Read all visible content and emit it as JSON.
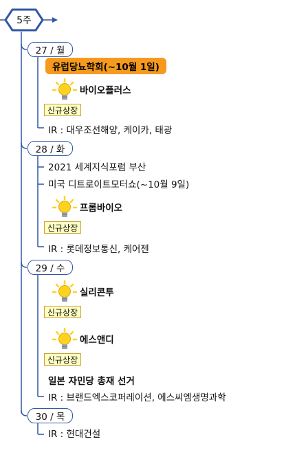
{
  "week": {
    "label": "5주"
  },
  "days": [
    {
      "label": "27 / 월",
      "event": "유럽당뇨학회(~10월  1일)",
      "listing": {
        "company": "바이오플러스",
        "badge": "신규상장"
      },
      "ir": "IR  :  대우조선해양,  케이카,  태광"
    },
    {
      "label": "28 / 화",
      "events": [
        "2021  세계지식포럼  부산",
        "미국  디트로이트모터쇼(~10월  9일)"
      ],
      "listing": {
        "company": "프롬바이오",
        "badge": "신규상장"
      },
      "ir": "IR  :  롯데정보통신,  케어젠"
    },
    {
      "label": "29 / 수",
      "listings": [
        {
          "company": "실리콘투",
          "badge": "신규상장"
        },
        {
          "company": "에스앤디",
          "badge": "신규상장"
        }
      ],
      "event": "일본  자민당  총재  선거",
      "ir": "IR  :  브랜드엑스코퍼레이션,  에스씨엠생명과학"
    },
    {
      "label": "30 / 목",
      "ir": "IR  :  현대건설"
    }
  ],
  "colors": {
    "line": "#3156a3",
    "highlight": "#f59a1e",
    "badge_bg": "#ffffc4",
    "bulb": "#ffd21f"
  }
}
